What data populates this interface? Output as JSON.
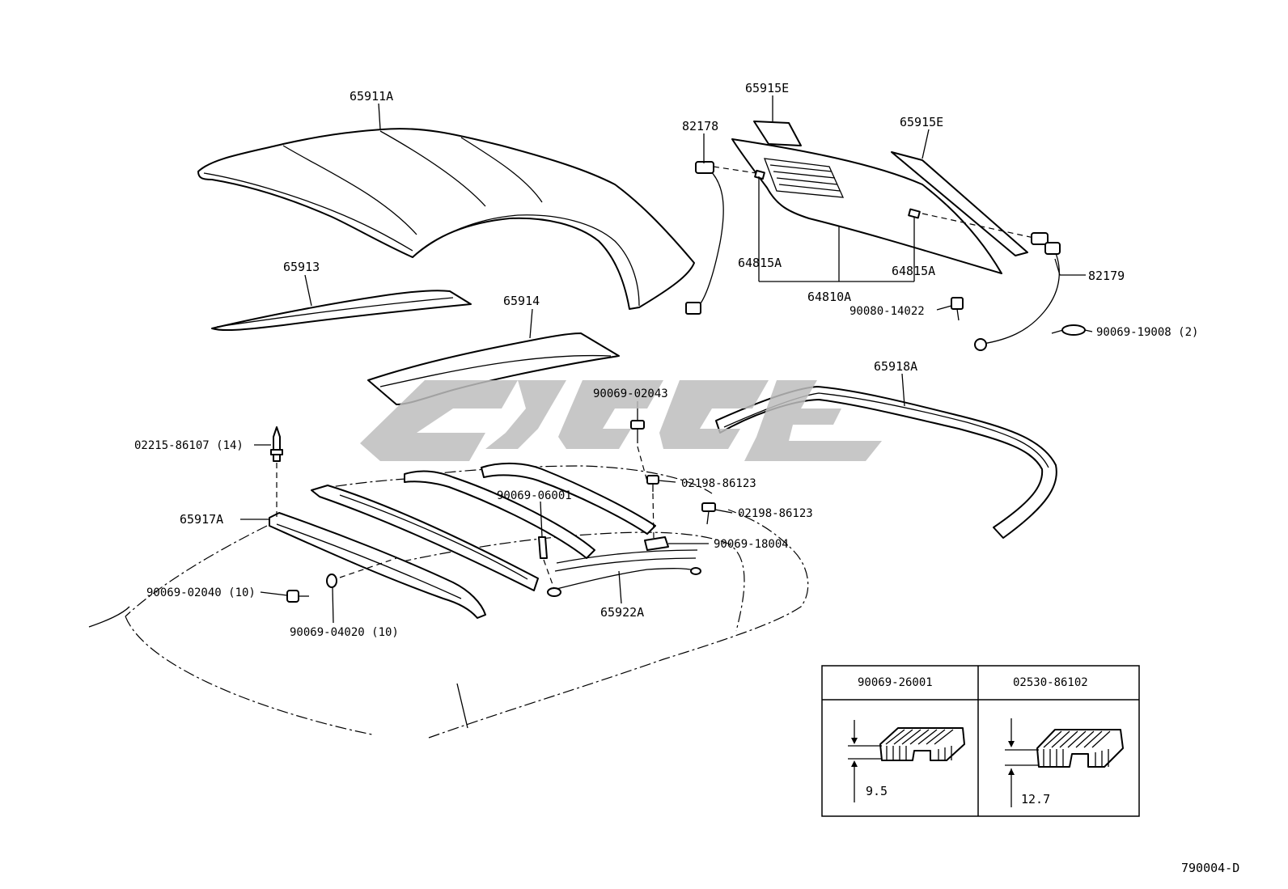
{
  "diagram": {
    "labels": {
      "p65911A": "65911A",
      "p65915E_top": "65915E",
      "p65915E_right": "65915E",
      "p82178": "82178",
      "p82179": "82179",
      "p64815A_left": "64815A",
      "p64815A_right": "64815A",
      "p64810A": "64810A",
      "p65913": "65913",
      "p65914": "65914",
      "p90080_14022": "90080-14022",
      "p90069_19008": "90069-19008 (2)",
      "p65918A": "65918A",
      "p90069_02043": "90069-02043",
      "p02215_86107": "02215-86107 (14)",
      "p02198_86123_a": "02198-86123",
      "p02198_86123_b": "02198-86123",
      "p90069_06001": "90069-06001",
      "p65917A": "65917A",
      "p90069_18004": "90069-18004",
      "p90069_02040": "90069-02040 (10)",
      "p65922A": "65922A",
      "p90069_04020": "90069-04020 (10)"
    },
    "inset": {
      "col1_header": "90069-26001",
      "col2_header": "02530-86102",
      "col1_dim": "9.5",
      "col2_dim": "12.7"
    },
    "diagram_code": "790004-D"
  },
  "colors": {
    "line": "#000000",
    "background": "#ffffff",
    "watermark": "#bdbdbd"
  }
}
